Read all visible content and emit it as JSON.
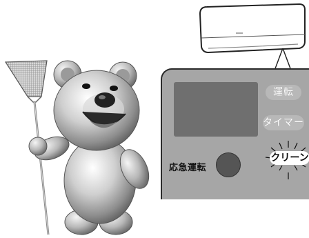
{
  "panel": {
    "run_lamp_label": "運転",
    "timer_lamp_label": "タイマー",
    "clean_lamp_label": "クリーン",
    "emergency_label": "応急運転"
  },
  "icons": {
    "mascot": "bear-mascot",
    "swatter": "fly-swatter-icon",
    "unit": "air-conditioner-icon",
    "emergency_button": "round-button"
  },
  "colors": {
    "panel": "#a6a6a6",
    "display": "#6f6f6f",
    "bear_metal": "#c9c9c9"
  }
}
